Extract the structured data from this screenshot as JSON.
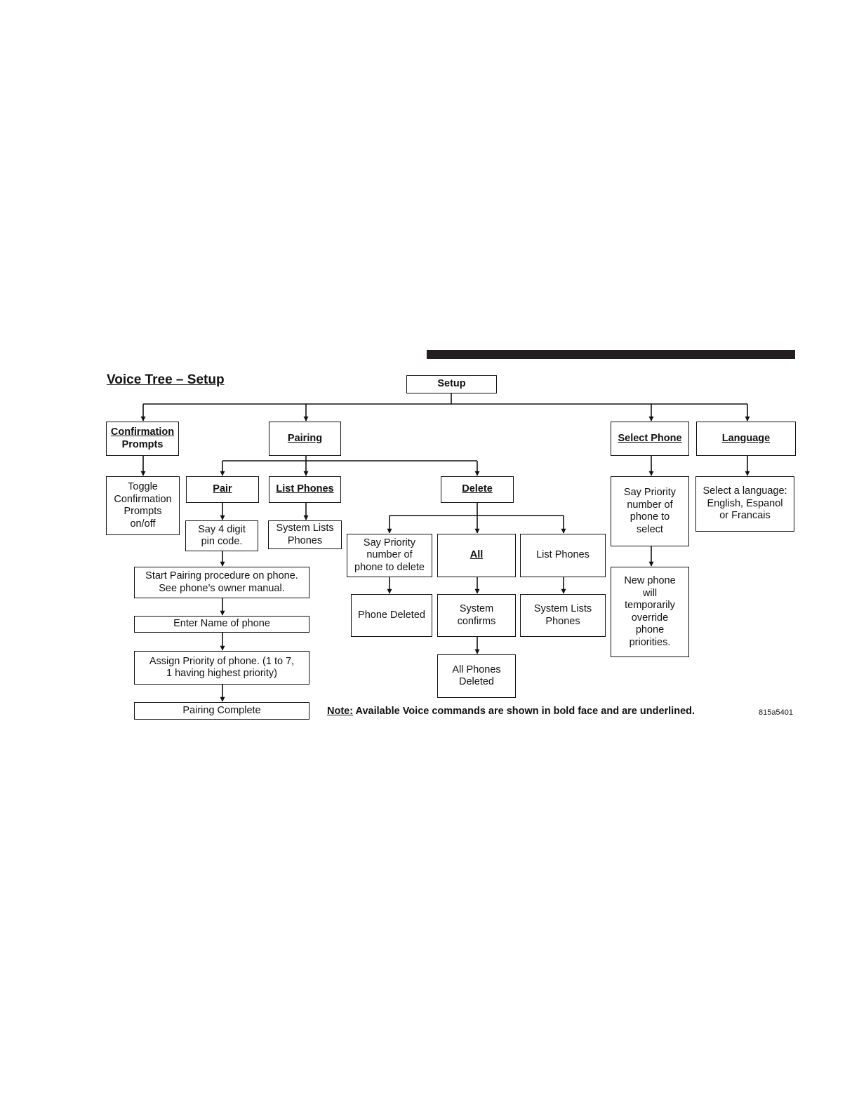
{
  "title": "Voice Tree – Setup",
  "root": "Setup",
  "confirmation": {
    "line1": "Confirmation",
    "line2": "Prompts",
    "child": "Toggle\nConfirmation\nPrompts\non/off"
  },
  "pairing": {
    "label": "Pairing",
    "pair": {
      "label": "Pair",
      "steps": [
        "Say 4 digit\npin code.",
        "Start Pairing procedure on phone.\nSee phone’s owner manual.",
        "Enter Name of phone",
        "Assign Priority of phone. (1 to 7,\n1 having highest priority)",
        "Pairing Complete"
      ]
    },
    "list_phones": {
      "label": "List Phones",
      "child": "System Lists\nPhones"
    },
    "delete": {
      "label": "Delete",
      "say_priority": "Say Priority\nnumber of\nphone to delete",
      "phone_deleted": "Phone Deleted",
      "all": "All",
      "system_confirms": "System\nconfirms",
      "all_deleted": "All Phones\nDeleted",
      "list_phones": "List Phones",
      "system_lists": "System Lists\nPhones"
    }
  },
  "select_phone": {
    "label": "Select Phone",
    "child": "Say Priority\nnumber of\nphone to\nselect",
    "child2": "New phone\nwill\ntemporarily\noverride\nphone\npriorities."
  },
  "language": {
    "label": "Language",
    "child": "Select a language:\nEnglish, Espanol\nor Francais"
  },
  "note": {
    "label": "Note:",
    "text": " Available Voice commands are shown in bold face and are underlined."
  },
  "figure_code": "815a5401"
}
